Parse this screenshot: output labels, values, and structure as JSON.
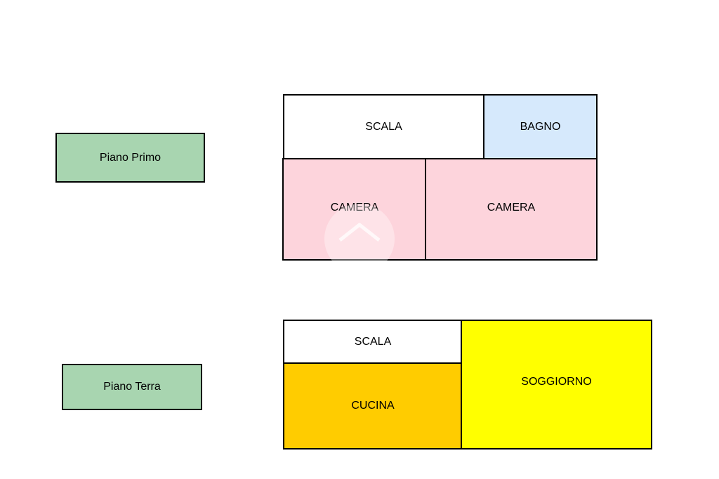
{
  "floors": {
    "primo": {
      "label": "Piano Primo",
      "label_color": "#a8d5b0",
      "rooms": {
        "scala": {
          "name": "SCALA",
          "color": "#ffffff"
        },
        "bagno": {
          "name": "BAGNO",
          "color": "#d6e9fc"
        },
        "camera_left": {
          "name": "CAMERA",
          "color": "#fdd4dc"
        },
        "camera_right": {
          "name": "CAMERA",
          "color": "#fdd4dc"
        }
      }
    },
    "terra": {
      "label": "Piano Terra",
      "label_color": "#a8d5b0",
      "rooms": {
        "scala": {
          "name": "SCALA",
          "color": "#ffffff"
        },
        "cucina": {
          "name": "CUCINA",
          "color": "#ffcc00"
        },
        "soggiorno": {
          "name": "SOGGIORNO",
          "color": "#ffff00"
        }
      }
    }
  },
  "watermark_icon": "house-logo-icon"
}
